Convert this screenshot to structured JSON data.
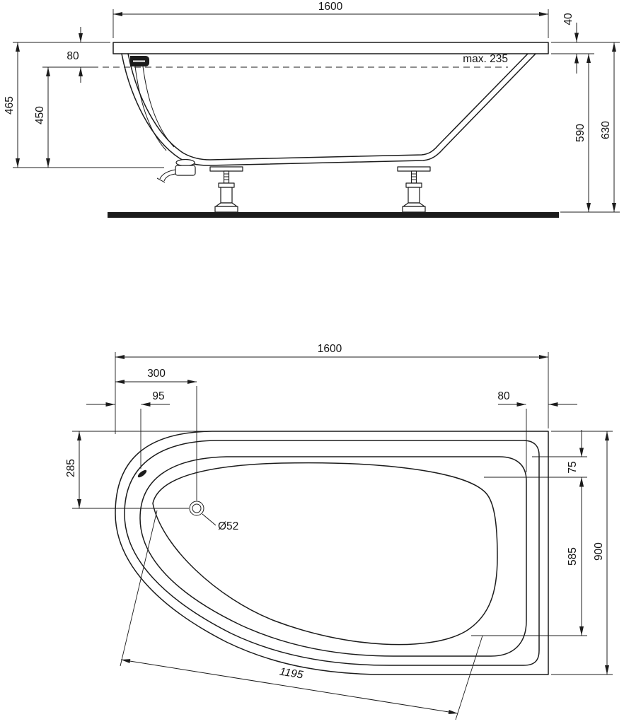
{
  "drawing": {
    "side": {
      "length": "1600",
      "rim_height": "40",
      "rim_to_water": "80",
      "max_water": "max. 235",
      "inner_depth": "450",
      "tub_depth": "465",
      "underside_height": "590",
      "total_height": "630"
    },
    "plan": {
      "length": "1600",
      "drain_from_left": "300",
      "overflow_offset": "95",
      "right_inset": "80",
      "drain_from_top": "285",
      "top_inset": "75",
      "inner_width": "585",
      "width": "900",
      "drain_diameter": "Ø52",
      "diagonal": "1195"
    }
  }
}
